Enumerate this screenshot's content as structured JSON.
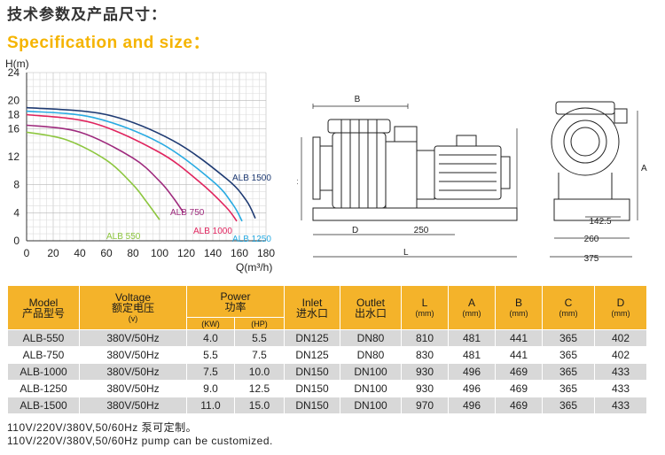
{
  "header": {
    "title_cn": "技术参数及产品尺寸：",
    "title_en": "Specification and size："
  },
  "chart_data": {
    "type": "line",
    "ylabel": "H(m)",
    "xlabel": "Q(m³/h)",
    "xlim": [
      0,
      180
    ],
    "ylim": [
      0,
      24
    ],
    "xticks": [
      0,
      20,
      40,
      60,
      80,
      100,
      120,
      140,
      160,
      180
    ],
    "yticks": [
      0,
      4,
      8,
      12,
      16,
      18,
      20,
      24
    ],
    "grid": true,
    "series": [
      {
        "name": "ALB 550",
        "color": "#8dc63f",
        "x": [
          0,
          30,
          60,
          80,
          90,
          100
        ],
        "y": [
          15.5,
          14.4,
          11.5,
          8,
          5.6,
          3
        ]
      },
      {
        "name": "ALB 750",
        "color": "#9e2a7d",
        "x": [
          0,
          40,
          80,
          100,
          110,
          118
        ],
        "y": [
          16.5,
          15.5,
          11.8,
          8.5,
          6.2,
          4
        ]
      },
      {
        "name": "ALB 1000",
        "color": "#e0245e",
        "x": [
          0,
          50,
          100,
          130,
          150,
          158
        ],
        "y": [
          18,
          16.8,
          12.6,
          8.4,
          4.8,
          2.8
        ]
      },
      {
        "name": "ALB 1250",
        "color": "#29abe2",
        "x": [
          0,
          50,
          100,
          140,
          155,
          162
        ],
        "y": [
          18.5,
          17.6,
          14,
          8.5,
          5.2,
          2.8
        ]
      },
      {
        "name": "ALB 1500",
        "color": "#1f3b73",
        "x": [
          0,
          60,
          110,
          150,
          165,
          172
        ],
        "y": [
          19,
          18,
          14.3,
          8.9,
          5.8,
          3.2
        ]
      }
    ]
  },
  "drawing": {
    "side_labels": {
      "b": "B",
      "c": "C",
      "d": "D",
      "dim250": "250",
      "l": "L"
    },
    "front_labels": {
      "a": "A",
      "dim142": "142.5",
      "dim260": "260",
      "dim375": "375"
    }
  },
  "table": {
    "headers": [
      {
        "en": "Model",
        "cn": "产品型号",
        "unit": ""
      },
      {
        "en": "Voltage",
        "cn": "额定电压",
        "unit": "(v)"
      },
      {
        "en": "Power",
        "cn": "功率",
        "unit": ""
      },
      {
        "en": "Inlet",
        "cn": "进水口",
        "unit": ""
      },
      {
        "en": "Outlet",
        "cn": "出水口",
        "unit": ""
      },
      {
        "en": "L",
        "cn": "",
        "unit": "(mm)"
      },
      {
        "en": "A",
        "cn": "",
        "unit": "(mm)"
      },
      {
        "en": "B",
        "cn": "",
        "unit": "(mm)"
      },
      {
        "en": "C",
        "cn": "",
        "unit": "(mm)"
      },
      {
        "en": "D",
        "cn": "",
        "unit": "(mm)"
      }
    ],
    "power_units": [
      "(KW)",
      "(HP)"
    ],
    "rows": [
      [
        "ALB-550",
        "380V/50Hz",
        "4.0",
        "5.5",
        "DN125",
        "DN80",
        "810",
        "481",
        "441",
        "365",
        "402"
      ],
      [
        "ALB-750",
        "380V/50Hz",
        "5.5",
        "7.5",
        "DN125",
        "DN80",
        "830",
        "481",
        "441",
        "365",
        "402"
      ],
      [
        "ALB-1000",
        "380V/50Hz",
        "7.5",
        "10.0",
        "DN150",
        "DN100",
        "930",
        "496",
        "469",
        "365",
        "433"
      ],
      [
        "ALB-1250",
        "380V/50Hz",
        "9.0",
        "12.5",
        "DN150",
        "DN100",
        "930",
        "496",
        "469",
        "365",
        "433"
      ],
      [
        "ALB-1500",
        "380V/50Hz",
        "11.0",
        "15.0",
        "DN150",
        "DN100",
        "970",
        "496",
        "469",
        "365",
        "433"
      ]
    ]
  },
  "notes": {
    "cn": "110V/220V/380V,50/60Hz 泵可定制。",
    "en": "110V/220V/380V,50/60Hz pump can be customized."
  }
}
